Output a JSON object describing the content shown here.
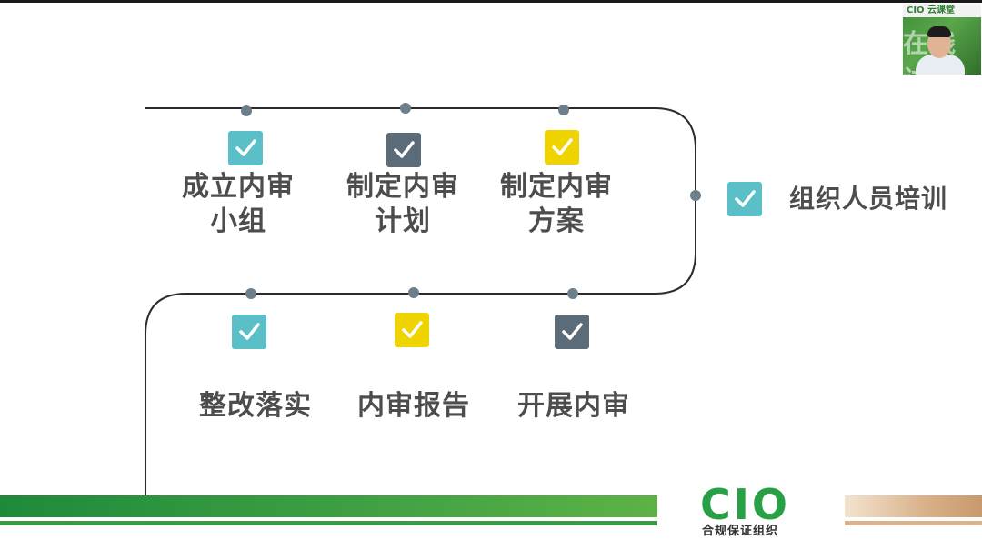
{
  "slide": {
    "top_steps": [
      {
        "label": "成立内审\n小组",
        "check_color": "#5bbfc8"
      },
      {
        "label": "制定内审\n计划",
        "check_color": "#5b6b77"
      },
      {
        "label": "制定内审\n方案",
        "check_color": "#f0d400"
      }
    ],
    "side_step": {
      "label": "组织人员培训",
      "check_color": "#5bbfc8"
    },
    "bottom_steps": [
      {
        "label": "整改落实",
        "check_color": "#5bbfc8"
      },
      {
        "label": "内审报告",
        "check_color": "#f0d400"
      },
      {
        "label": "开展内审",
        "check_color": "#5b6b77"
      }
    ]
  },
  "logo": {
    "main": "CIO",
    "sub": "合规保证组织"
  },
  "webcam": {
    "banner": "CIO 云课堂",
    "background_text": "在线访"
  },
  "colors": {
    "teal": "#5bbfc8",
    "slate": "#5b6b77",
    "yellow": "#f0d400",
    "brand_green": "#27a046",
    "text_gray": "#4d4d4d"
  }
}
